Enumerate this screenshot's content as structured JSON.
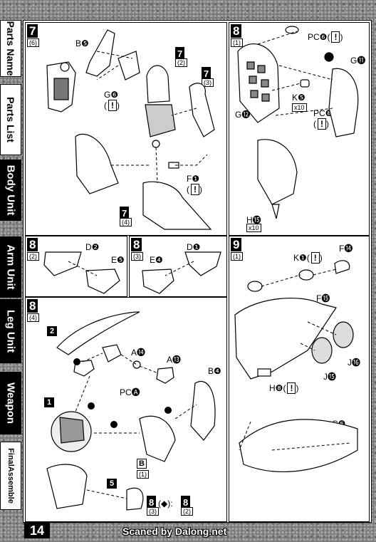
{
  "tabs": [
    {
      "label": "Parts Name"
    },
    {
      "label": "Parts List"
    },
    {
      "label": "Body Unit"
    },
    {
      "label": "Arm Unit"
    },
    {
      "label": "Leg Unit"
    },
    {
      "label": "Weapon"
    },
    {
      "label": "FinalAssemble"
    }
  ],
  "steps": {
    "s7": {
      "num": "7",
      "qty": "(6)",
      "b5": "B❺",
      "g6": "G❻",
      "warn": "!",
      "s7a": "7",
      "s7a_q": "(2)",
      "s7b": "7",
      "s7b_q": "(3)",
      "f1": "F❶",
      "s7c": "7",
      "s7c_q": "(4)"
    },
    "s8a": {
      "num": "8",
      "qty": "(1)",
      "pcf": "PC❻",
      "g11": "G⓫",
      "k5": "K❺",
      "k5_x": "x10",
      "pch": "PC❽",
      "g12": "G⓬",
      "h15": "H⓯",
      "h15_x": "x10"
    },
    "s8b": {
      "num": "8",
      "qty": "(2)",
      "d2": "D❷",
      "e5": "E❺"
    },
    "s8c": {
      "num": "8",
      "qty": "(3)",
      "d1": "D❶",
      "e4": "E❹"
    },
    "s9": {
      "num": "9",
      "qty": "(1)",
      "k1": "K❶",
      "f14": "F⓮",
      "f15": "F⓯",
      "j16": "J⓰",
      "j15": "J⓯",
      "h8": "H❽",
      "c6": "C❻"
    },
    "s8d": {
      "num": "8",
      "qty": "(4)",
      "n2": "2",
      "a14": "A⓮",
      "a13": "A⓭",
      "pca": "PC🅐",
      "b4": "B❹",
      "n1": "1",
      "n5": "5",
      "b": "B",
      "b_q": "(1)",
      "ref_a": "8",
      "ref_a_q": "(3)",
      "ref_b": "8",
      "ref_b_q": "(2)"
    }
  },
  "footer": {
    "page": "14",
    "credit": "Scaned by Dalong.net"
  }
}
